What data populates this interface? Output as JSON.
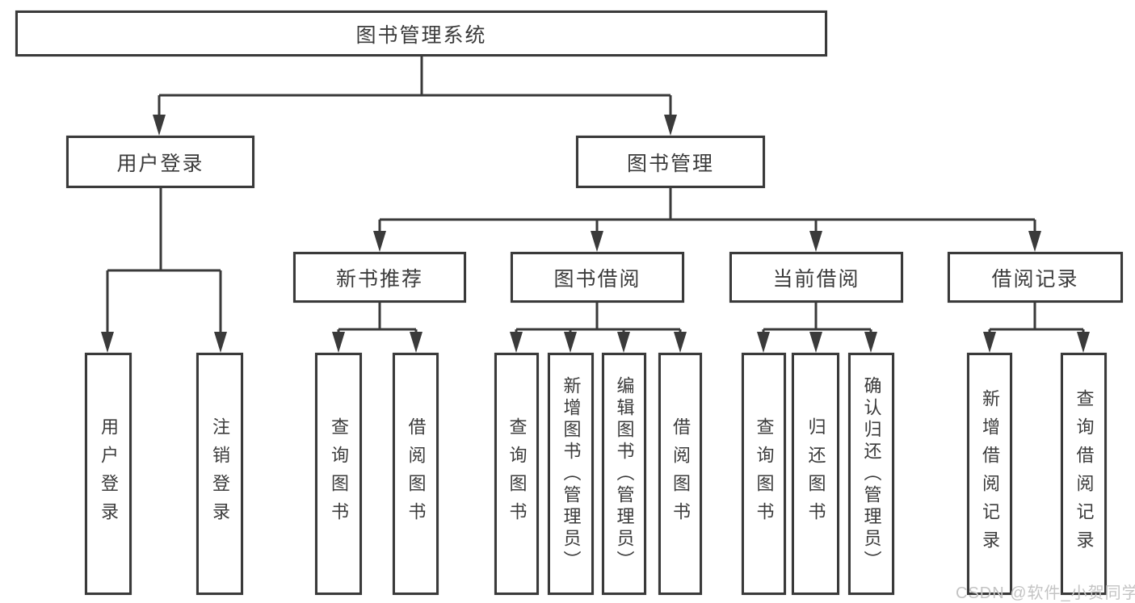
{
  "tree": {
    "root": {
      "label": "图书管理系统"
    },
    "branches": [
      {
        "label": "用户登录",
        "children": [
          {
            "label": "用户登录"
          },
          {
            "label": "注销登录"
          }
        ]
      },
      {
        "label": "图书管理",
        "children": [
          {
            "label": "新书推荐",
            "children": [
              {
                "label": "查询图书"
              },
              {
                "label": "借阅图书"
              }
            ]
          },
          {
            "label": "图书借阅",
            "children": [
              {
                "label": "查询图书"
              },
              {
                "label": "新增图书（管理员）"
              },
              {
                "label": "编辑图书（管理员）"
              },
              {
                "label": "借阅图书"
              }
            ]
          },
          {
            "label": "当前借阅",
            "children": [
              {
                "label": "查询图书"
              },
              {
                "label": "归还图书"
              },
              {
                "label": "确认归还（管理员）"
              }
            ]
          },
          {
            "label": "借阅记录",
            "children": [
              {
                "label": "新增借阅记录"
              },
              {
                "label": "查询借阅记录"
              }
            ]
          }
        ]
      }
    ]
  },
  "watermark": {
    "text": "CSDN @软件_小贺同学"
  },
  "colors": {
    "line": "#3a3a3a",
    "box_border": "#3a3a3a",
    "text": "#3b3b3b",
    "watermark": "#c4c4c4",
    "background": "#ffffff"
  }
}
